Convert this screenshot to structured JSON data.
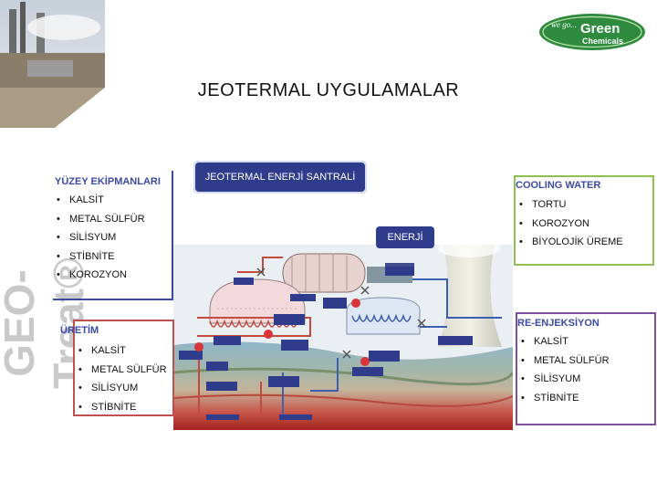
{
  "title": "JEOTERMAL UYGULAMALAR",
  "brand_vertical": "GEO-Treat®",
  "logo": {
    "small": "we go...",
    "line1": "Green",
    "line2": "Chemicals"
  },
  "energy_plant_label": "JEOTERMAL ENERJİ SANTRALİ",
  "energy_label": "ENERJİ",
  "surface": {
    "header": "YÜZEY EKİPMANLARI",
    "items": [
      "KALSİT",
      "METAL SÜLFÜR",
      "SİLİSYUM",
      "STİBNİTE",
      "KOROZYON"
    ]
  },
  "cooling": {
    "header": "COOLING WATER",
    "items": [
      "TORTU",
      "KOROZYON",
      "BİYOLOJİK ÜREME"
    ]
  },
  "production": {
    "header": "ÜRETİM",
    "items": [
      "KALSİT",
      "METAL SÜLFÜR",
      "SİLİSYUM",
      "STİBNİTE"
    ]
  },
  "reinjection": {
    "header": "RE-ENJEKSİYON",
    "items": [
      "KALSİT",
      "METAL SÜLFÜR",
      "SİLİSYUM",
      "STİBNİTE"
    ]
  },
  "colors": {
    "box_blue": "#3b4aa3",
    "box_green": "#8dc050",
    "box_red": "#c0504d",
    "box_purple": "#7a4fa0",
    "button_navy": "#2f3c8c",
    "logo_green": "#2e8b3e"
  }
}
